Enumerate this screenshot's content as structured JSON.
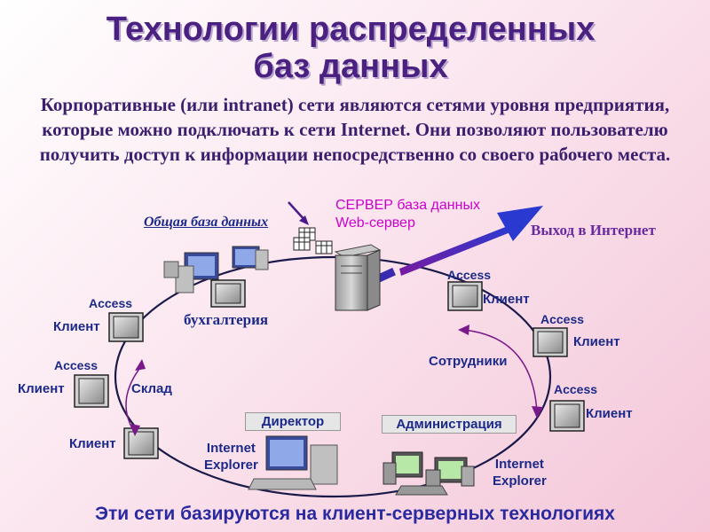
{
  "title_line1": "Технологии распределенных",
  "title_line2": "баз данных",
  "paragraph": "Корпоративные (или intranet) сети являются сетями уровня предприятия, которые можно подключать к сети Internet. Они позволяют пользователю получить доступ к информации непосредственно со своего рабочего места.",
  "labels": {
    "shared_db": "Общая база данных",
    "server_line1": "СЕРВЕР база данных",
    "server_line2": "Web-сервер",
    "internet_exit": "Выход в Интернет",
    "accounting": "бухгалтерия",
    "warehouse": "Склад",
    "employees": "Сотрудники",
    "director": "Директор",
    "administration": "Администрация",
    "ie_line1": "Internet",
    "ie_line2": "Explorer",
    "access": "Access",
    "client": "Клиент"
  },
  "bottom_text": "Эти сети базируются на клиент-серверных технологиях",
  "colors": {
    "title": "#4a2080",
    "text": "#1b2a8a",
    "server_text": "#cc00cc",
    "arrow": "#3a2ab0",
    "ring": "#1a1a4a"
  }
}
